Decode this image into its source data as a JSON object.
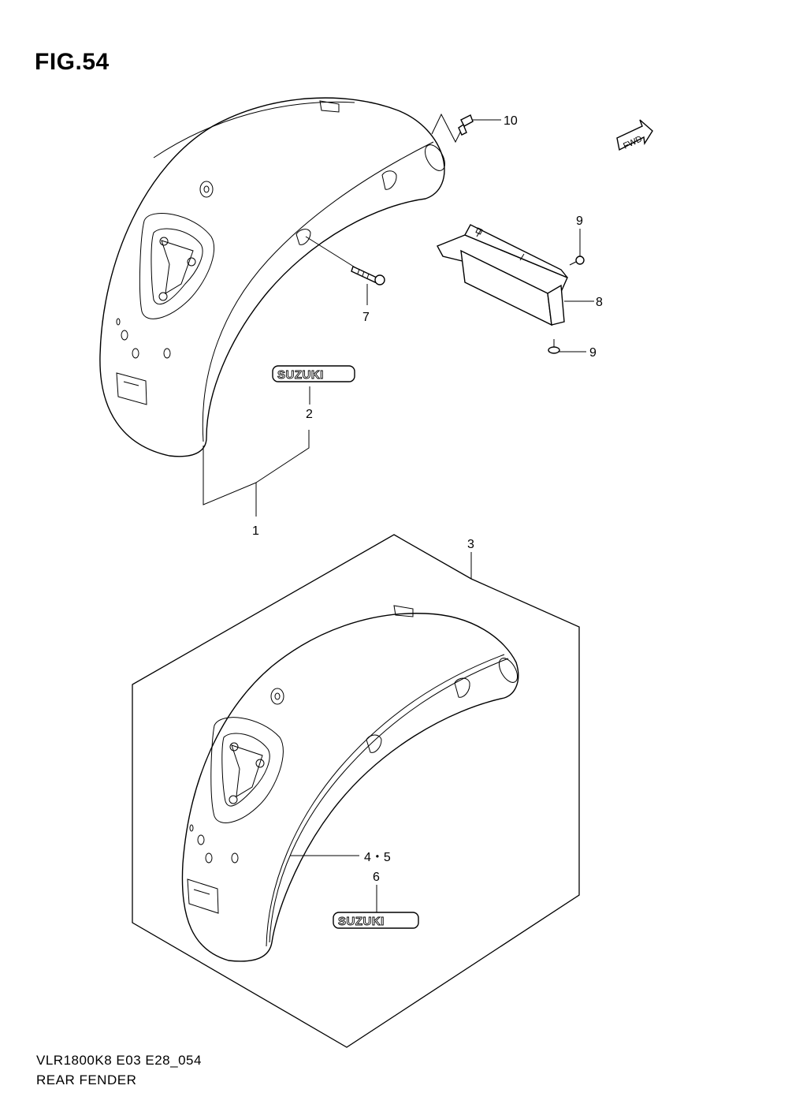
{
  "figure": {
    "title": "FIG.54",
    "model_code": "VLR1800K8 E03 E28_054",
    "name": "REAR FENDER"
  },
  "callouts": {
    "c1": "1",
    "c2": "2",
    "c3": "3",
    "c45": "4・5",
    "c6": "6",
    "c7": "7",
    "c8": "8",
    "c9a": "9",
    "c9b": "9",
    "c10": "10"
  },
  "emblems": {
    "upper": "SUZUKI",
    "lower": "SUZUKI"
  },
  "direction_badge": "FWD",
  "colors": {
    "line": "#000000",
    "background": "#ffffff"
  }
}
